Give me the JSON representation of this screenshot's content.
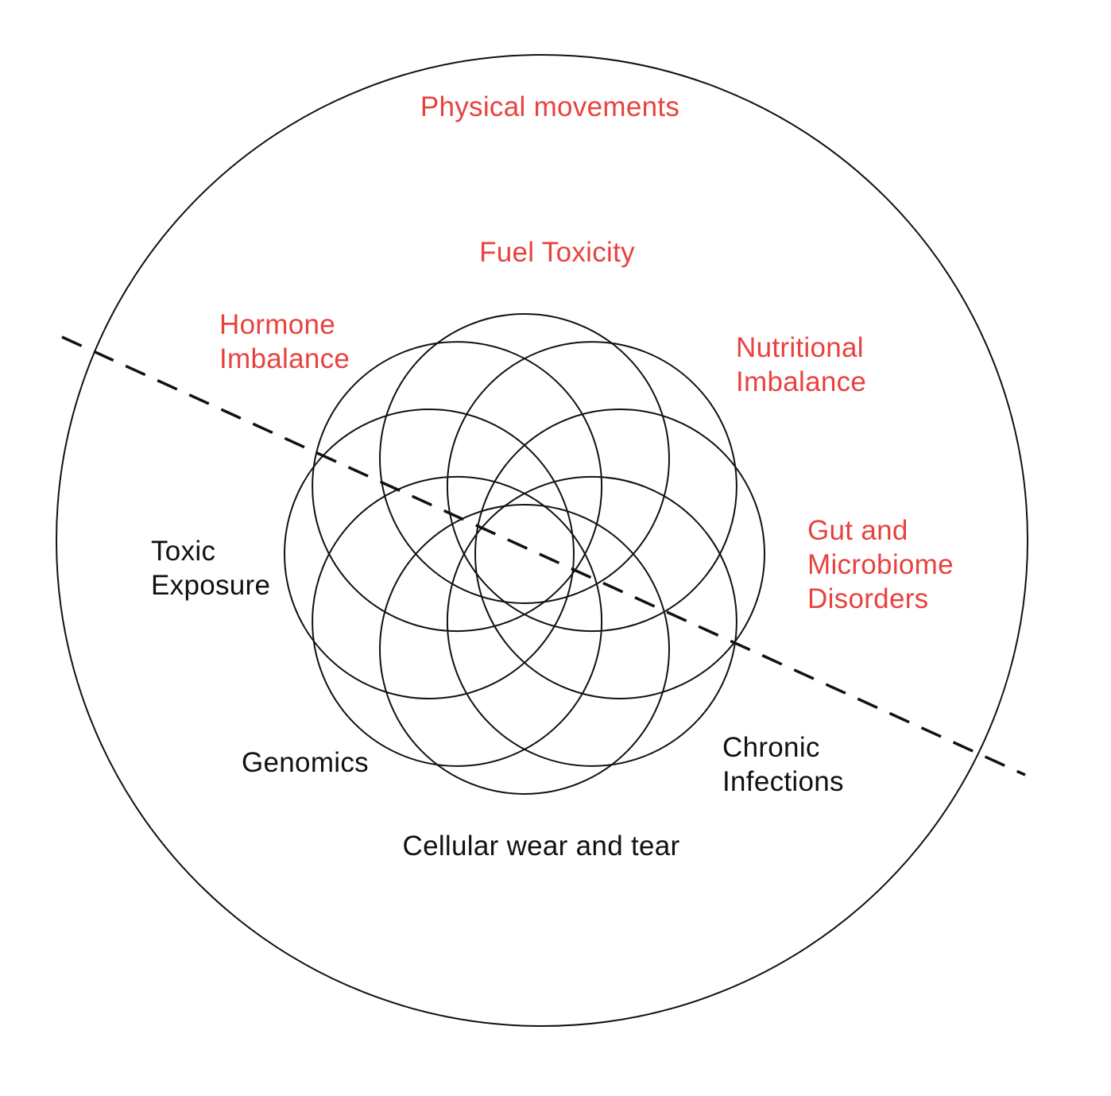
{
  "colors": {
    "highlight": "#e8423f",
    "normal": "#111111",
    "stroke": "#111111",
    "background": "#ffffff"
  },
  "labels": {
    "physical_movements": "Physical movements",
    "fuel_toxicity": "Fuel Toxicity",
    "hormone_imbalance": [
      "Hormone",
      "Imbalance"
    ],
    "nutritional_imbalance": [
      "Nutritional",
      "Imbalance"
    ],
    "gut_microbiome": [
      "Gut and",
      "Microbiome",
      "Disorders"
    ],
    "toxic_exposure": [
      "Toxic",
      "Exposure"
    ],
    "genomics": "Genomics",
    "chronic_infections": [
      "Chronic",
      "Infections"
    ],
    "cellular_wear": "Cellular wear and tear"
  }
}
